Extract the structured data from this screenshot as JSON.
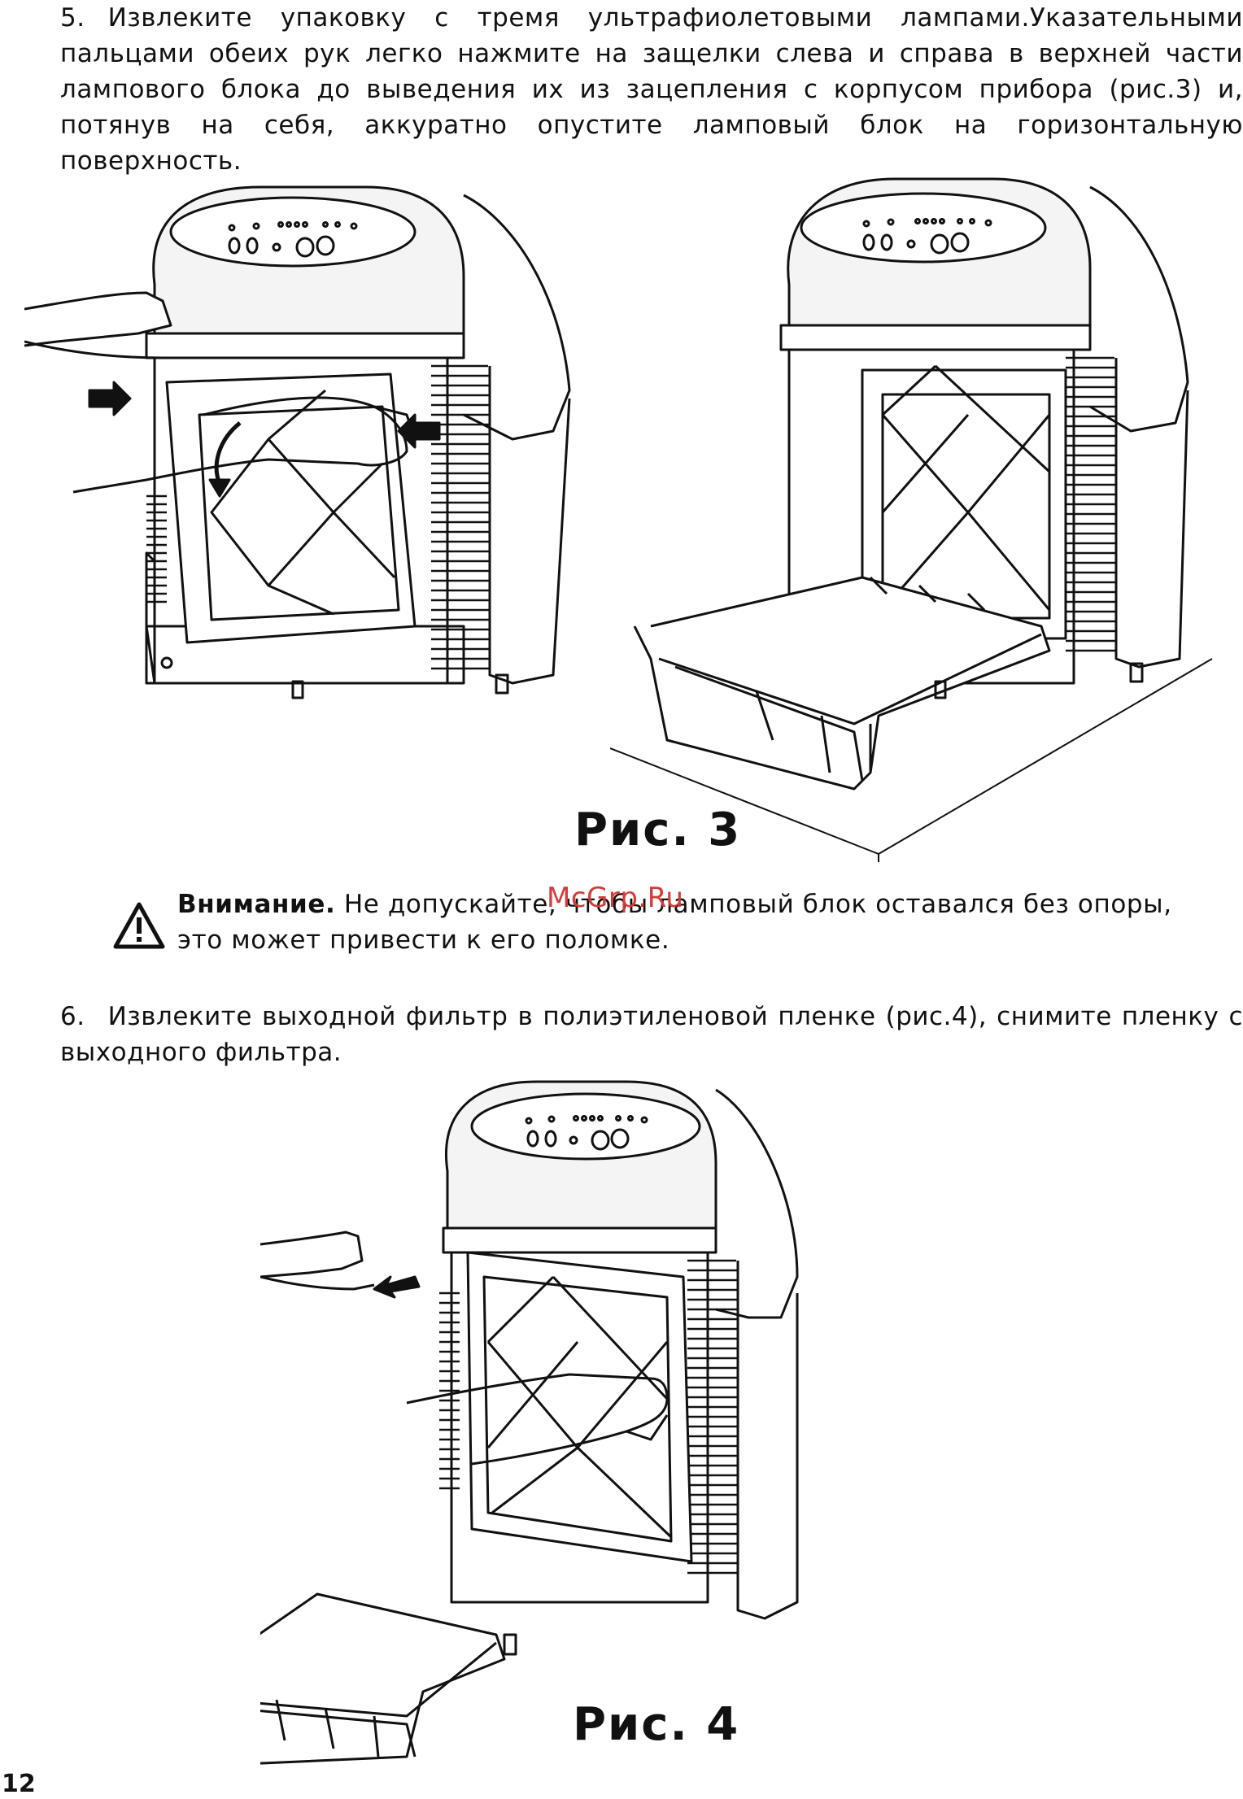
{
  "step5": {
    "number": "5.",
    "text": "Извлеките упаковку с тремя ультрафиолетовыми лампами.Указательными пальцами обеих рук легко нажмите на защелки слева и справа в верхней части лампового блока до выведения их из зацепления с корпусом прибора (рис.3) и, потянув на себя, аккуратно опустите ламповый блок на горизонтальную поверхность."
  },
  "figure3": {
    "caption": "Рис. 3"
  },
  "warning": {
    "title": "Внимание.",
    "text": "Не допускайте, чтобы ламповый блок оставался без опоры, это может привести к его поломке.",
    "icon": "warning-triangle-icon"
  },
  "watermark": "McGrp.Ru",
  "step6": {
    "number": "6.",
    "text": "Извлеките выходной фильтр в полиэтиленовой пленке (рис.4), снимите пленку с выходного фильтра."
  },
  "figure4": {
    "caption": "Рис. 4"
  },
  "page_number": "12",
  "colors": {
    "text": "#111111",
    "watermark": "#d63a3a",
    "background": "#ffffff"
  }
}
